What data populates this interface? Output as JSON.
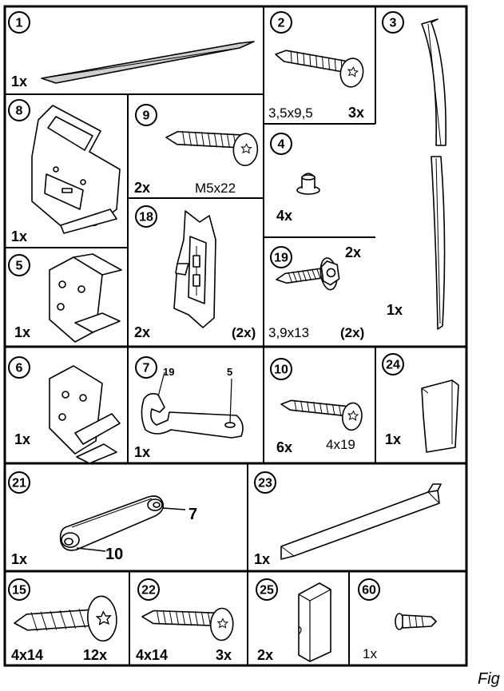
{
  "figure_label": "Fig",
  "cells": {
    "c1": {
      "number": "1",
      "qty": "1x"
    },
    "c2": {
      "number": "2",
      "size": "3,5x9,5",
      "qty": "3x"
    },
    "c3": {
      "number": "3",
      "qty": "1x"
    },
    "c8": {
      "number": "8",
      "qty": "1x"
    },
    "c9": {
      "number": "9",
      "qty": "2x",
      "size": "M5x22"
    },
    "c4": {
      "number": "4",
      "qty": "4x"
    },
    "c18": {
      "number": "18",
      "qty": "2x",
      "note": "(2x)"
    },
    "c19": {
      "number": "19",
      "qty_top": "2x",
      "size": "3,9x13",
      "note": "(2x)"
    },
    "c5": {
      "number": "5",
      "qty": "1x"
    },
    "c6": {
      "number": "6",
      "qty": "1x"
    },
    "c7": {
      "number": "7",
      "qty": "1x",
      "callout_a": "19",
      "callout_b": "5"
    },
    "c10": {
      "number": "10",
      "qty": "6x",
      "size": "4x19"
    },
    "c24": {
      "number": "24",
      "qty": "1x"
    },
    "c21": {
      "number": "21",
      "qty": "1x",
      "callout_a": "7",
      "callout_b": "10"
    },
    "c23": {
      "number": "23",
      "qty": "1x"
    },
    "c15": {
      "number": "15",
      "size": "4x14",
      "qty": "12x"
    },
    "c22": {
      "number": "22",
      "size": "4x14",
      "qty": "3x"
    },
    "c25": {
      "number": "25",
      "qty": "2x"
    },
    "c60": {
      "number": "60",
      "qty": "1x"
    }
  },
  "colors": {
    "line": "#000000",
    "background": "#ffffff",
    "part_grey": "#cfcfcf"
  }
}
